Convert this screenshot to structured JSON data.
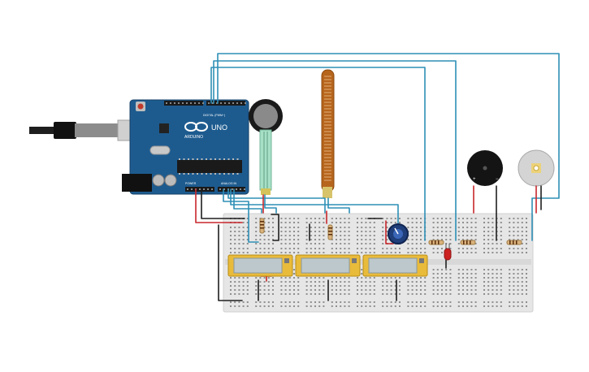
{
  "arduino": {
    "brand": "ARDUINO",
    "model": "UNO",
    "digital_label": "DIGITAL (PWM~)",
    "power_label": "POWER",
    "analog_label": "ANALOG IN"
  },
  "buzzer": {
    "plus": "+",
    "minus": "−"
  },
  "colors": {
    "board": "#1d5b8f",
    "breadboard": "#e6e6e6",
    "wire_blue": "#2e8fb6",
    "wire_red": "#c8272b",
    "wire_black": "#1f1f1f",
    "flex_sensor": "#b6651c",
    "lcd_frame": "#e9bb3b",
    "led": "#cc2222"
  },
  "components": {
    "fsr": "force-sensor",
    "flex": "flex-sensor",
    "pot": "potentiometer",
    "buzzer": "piezo-buzzer",
    "motor": "dc-motor",
    "led": "red-led"
  }
}
